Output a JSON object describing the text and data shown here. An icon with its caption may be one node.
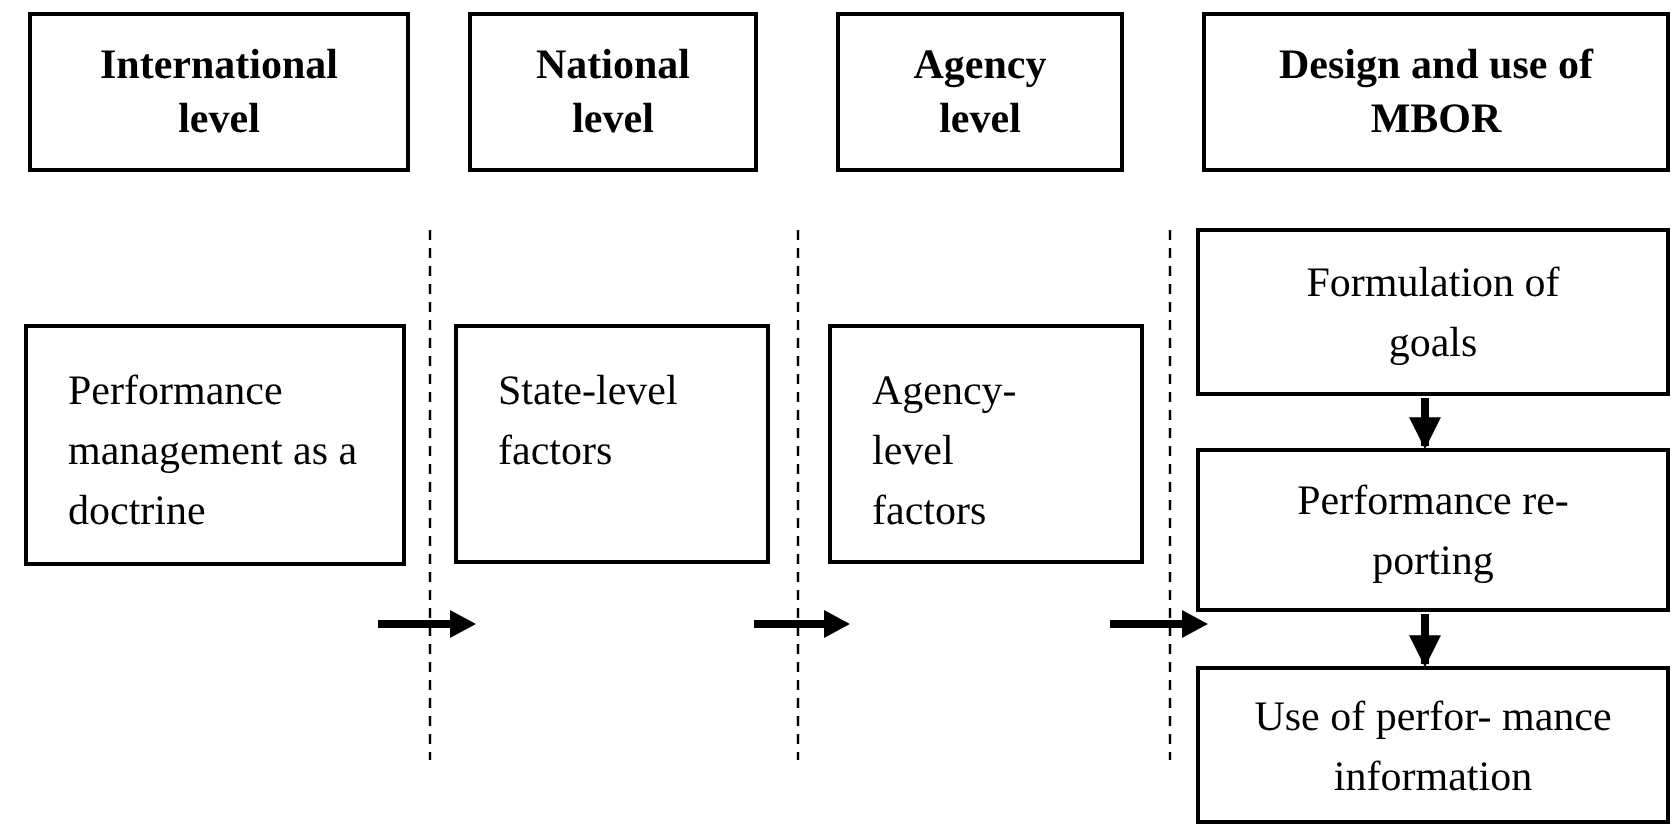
{
  "diagram": {
    "nodes": [
      {
        "text": [
          "International level"
        ]
      },
      {
        "text": [
          "National level"
        ]
      },
      {
        "text": [
          "Agency level"
        ]
      },
      {
        "text": [
          "Design and use of MBOR"
        ]
      },
      {
        "text": [
          "Performance management as a doctrine"
        ]
      },
      {
        "text": [
          "State-level factors"
        ]
      },
      {
        "text": [
          "Agency- level factors"
        ]
      },
      {
        "text": [
          "Formulation of goals"
        ]
      },
      {
        "text": [
          "Performance re- porting"
        ]
      },
      {
        "text": [
          "Use of perfor- mance information"
        ]
      }
    ],
    "edges": [
      {
        "from": 7,
        "to": 8,
        "arrow": "to"
      },
      {
        "from": 8,
        "to": 9,
        "arrow": "to"
      }
    ]
  }
}
